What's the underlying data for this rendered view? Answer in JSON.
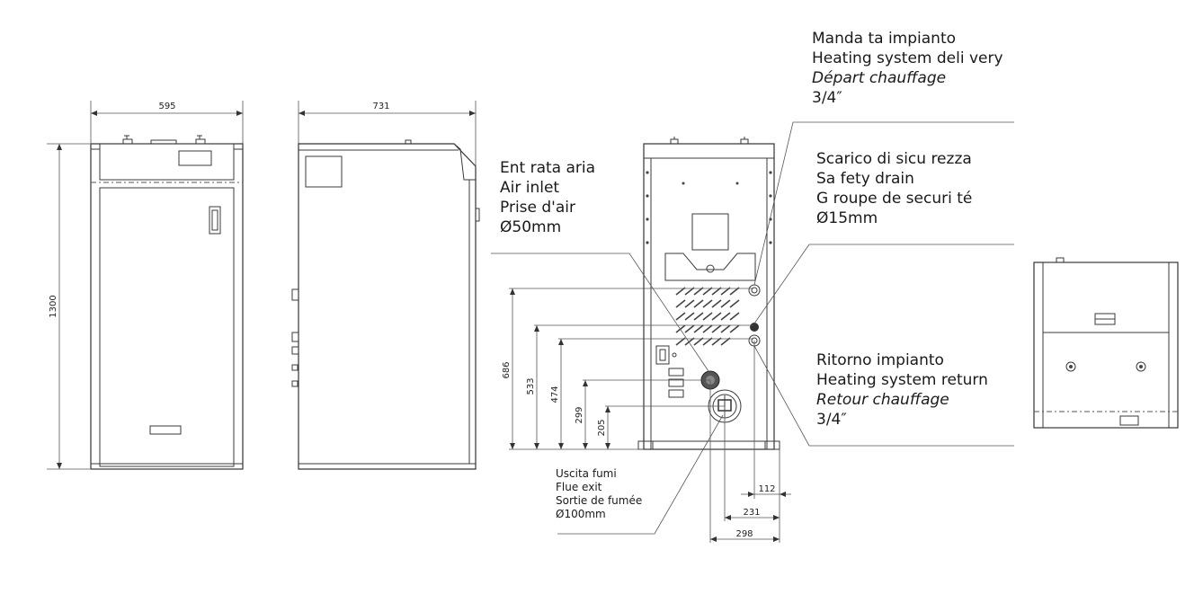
{
  "dimensions": {
    "front_width": "595",
    "side_depth": "731",
    "height": "1300",
    "rear_686": "686",
    "rear_533": "533",
    "rear_474": "474",
    "rear_299": "299",
    "rear_205": "205",
    "bottom_112": "112",
    "bottom_231": "231",
    "bottom_298": "298"
  },
  "callouts": {
    "heating_delivery": {
      "it": "Manda ta impianto",
      "en": "Heating system deli very",
      "fr": "Départ chauffage",
      "size": "3/4″"
    },
    "safety_drain": {
      "it": "Scarico di sicu rezza",
      "en": "Sa fety drain",
      "fr": "G roupe de securi té",
      "size": "Ø15mm"
    },
    "air_inlet": {
      "it": "Ent rata aria",
      "en": "Air inlet",
      "fr": "Prise d'air",
      "size": "Ø50mm"
    },
    "heating_return": {
      "it": "Ritorno impianto",
      "en": "Heating system return",
      "fr": "Retour chauffage",
      "size": "3/4″"
    },
    "flue_exit": {
      "it": "Uscita fumi",
      "en": "Flue exit",
      "fr": "Sortie de fumée",
      "size": "Ø100mm"
    }
  }
}
